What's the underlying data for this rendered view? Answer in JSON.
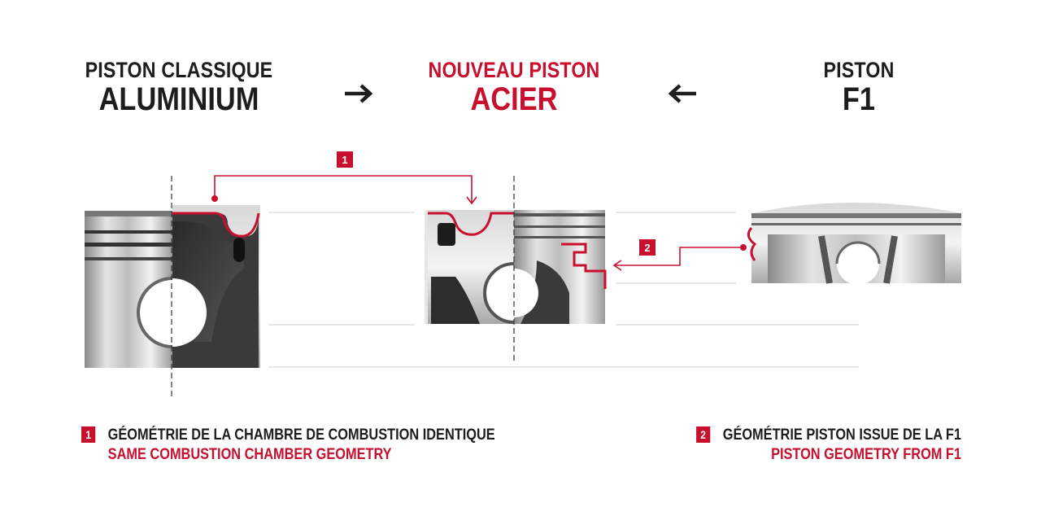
{
  "headers": {
    "left": {
      "line1": "PISTON CLASSIQUE",
      "line2": "ALUMINIUM"
    },
    "center": {
      "line1": "NOUVEAU PISTON",
      "line2": "ACIER"
    },
    "right": {
      "line1": "PISTON",
      "line2": "F1"
    }
  },
  "callouts": [
    {
      "number": "1",
      "fr": "GÉOMÉTRIE DE LA CHAMBRE DE COMBUSTION IDENTIQUE",
      "en": "SAME COMBUSTION CHAMBER GEOMETRY"
    },
    {
      "number": "2",
      "fr": "GÉOMÉTRIE PISTON ISSUE DE LA F1",
      "en": "PISTON GEOMETRY FROM F1"
    }
  ],
  "colors": {
    "accent": "#c8102e",
    "text": "#1d1d1b",
    "guide": "#cfcfcf"
  },
  "icons": {
    "arrow_left_to_center": "arrow-right-icon",
    "arrow_right_to_center": "arrow-left-icon"
  }
}
